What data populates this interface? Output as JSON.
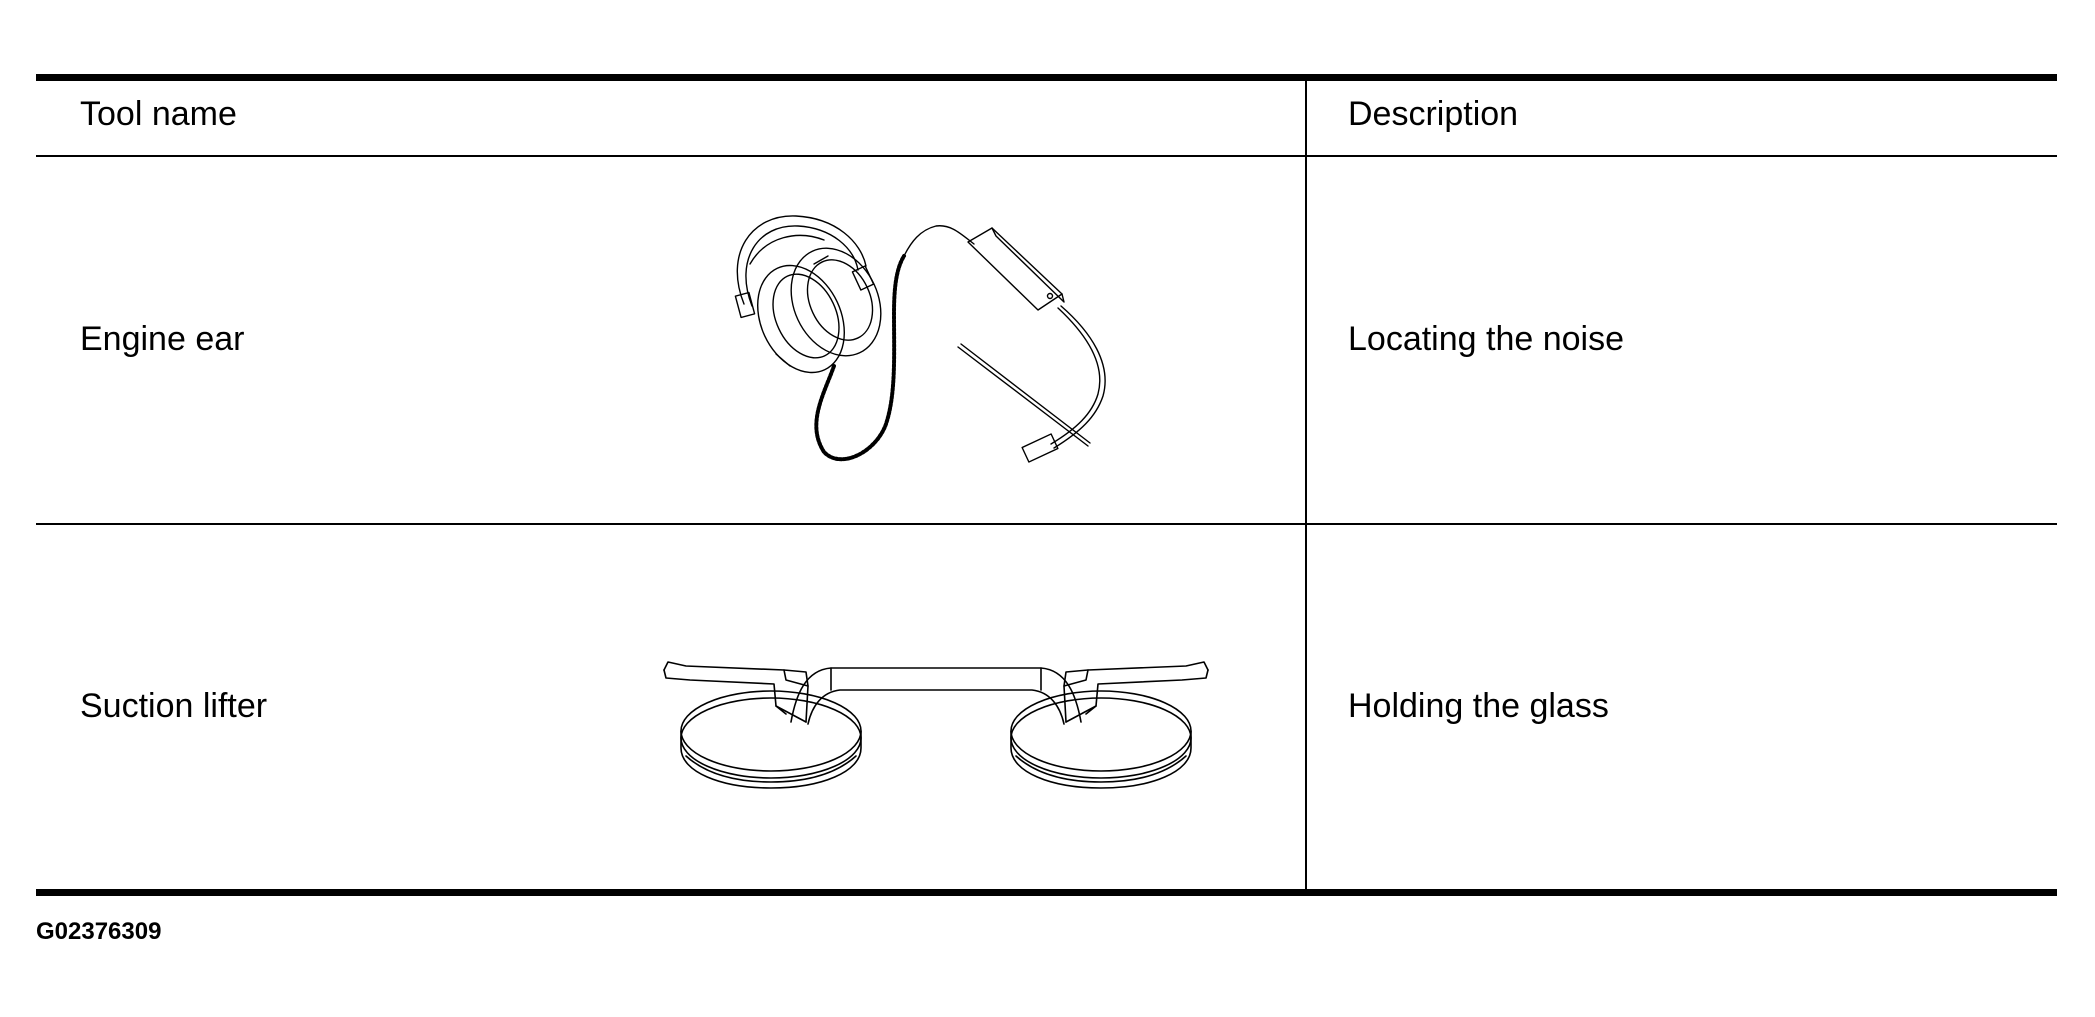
{
  "table": {
    "headers": {
      "tool_name": "Tool name",
      "description": "Description"
    },
    "rows": [
      {
        "tool_name": "Engine ear",
        "description": "Locating the noise",
        "illustration_icon": "headphones-stethoscope-icon"
      },
      {
        "tool_name": "Suction lifter",
        "description": "Holding the glass",
        "illustration_icon": "suction-lifter-icon"
      }
    ]
  },
  "figure_code": "G02376309"
}
